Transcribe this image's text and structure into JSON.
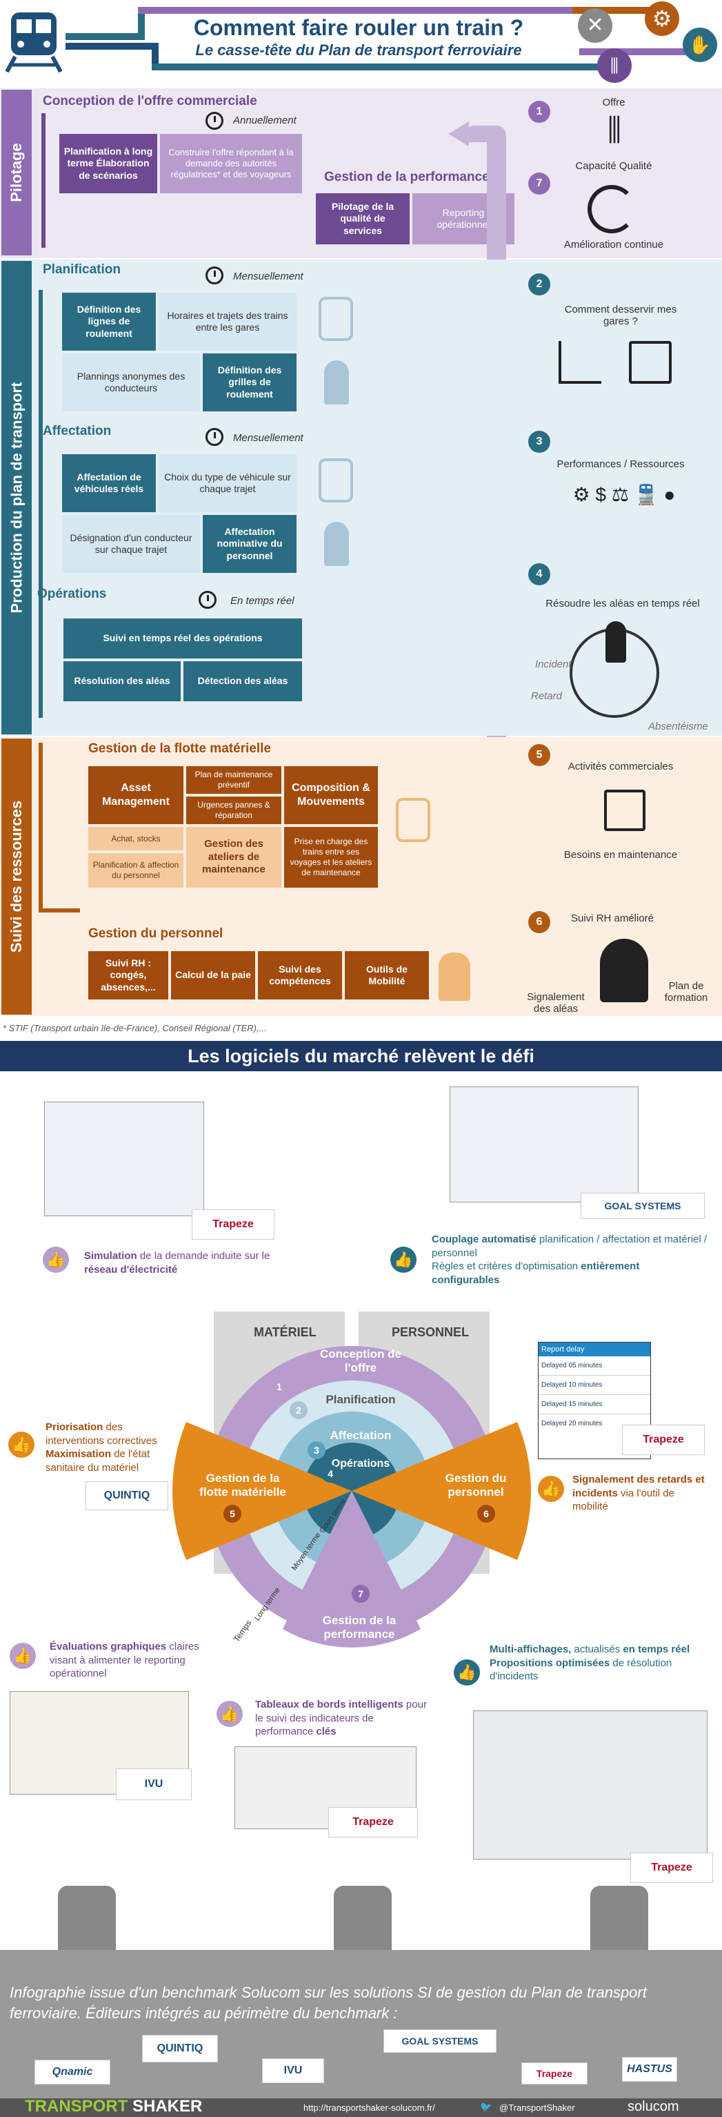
{
  "header": {
    "title": "Comment faire rouler un train ?",
    "subtitle": "Le casse-tête du Plan de transport ferroviaire"
  },
  "pilotage": {
    "label": "Pilotage",
    "offer_title": "Conception de l'offre commerciale",
    "offer_freq": "Annuellement",
    "box1": "Planification à long terme Élaboration de scénarios",
    "box2": "Construire l'offre répondant à la demande des autorités régulatrices* et des voyageurs",
    "perf_title": "Gestion de la performance",
    "perf_box1": "Pilotage de la qualité de services",
    "perf_box2": "Reporting opérationnel"
  },
  "production": {
    "label": "Production du plan de transport",
    "planif_title": "Planification",
    "planif_freq": "Mensuellement",
    "planif_b1": "Définition des lignes de roulement",
    "planif_b2": "Horaires et trajets des trains entre les gares",
    "planif_b3": "Plannings anonymes des conducteurs",
    "planif_b4": "Définition des grilles de roulement",
    "affect_title": "Affectation",
    "affect_freq": "Mensuellement",
    "affect_b1": "Affectation de véhicules réels",
    "affect_b2": "Choix du type de véhicule sur chaque trajet",
    "affect_b3": "Désignation d'un conducteur sur chaque trajet",
    "affect_b4": "Affectation nominative du personnel",
    "ops_title": "Opérations",
    "ops_freq": "En temps réel",
    "ops_b1": "Suivi en temps réel des opérations",
    "ops_b2": "Résolution des aléas",
    "ops_b3": "Détection des aléas"
  },
  "ressources": {
    "label": "Suivi des ressources",
    "flotte_title": "Gestion de la flotte matérielle",
    "f_asset": "Asset Management",
    "f_plan": "Plan de maintenance préventif",
    "f_urg": "Urgences pannes & réparation",
    "f_comp": "Composition & Mouvements",
    "f_achat": "Achat, stocks",
    "f_planif": "Planification & affection du personnel",
    "f_ateliers": "Gestion des ateliers de maintenance",
    "f_prise": "Prise en charge des trains entre ses voyages et les ateliers de maintenance",
    "perso_title": "Gestion du personnel",
    "p1": "Suivi RH : congés, absences,...",
    "p2": "Calcul de la paie",
    "p3": "Suivi des compétences",
    "p4": "Outils de Mobilité"
  },
  "footnote": "* STIF (Transport urbain Ile-de-France), Conseil Régional (TER),...",
  "right": {
    "n1": "1",
    "offre": "Offre",
    "capqual": "Capacité  Qualité",
    "n7": "7",
    "amelio": "Amélioration  continue",
    "n2": "2",
    "desservir": "Comment desservir mes gares ?",
    "n3": "3",
    "perfres": "Performances / Ressources",
    "n4": "4",
    "aleas": "Résoudre les aléas en temps réel",
    "incident": "Incident",
    "retard": "Retard",
    "absent": "Absentéisme",
    "n5": "5",
    "activites": "Activités  commerciales",
    "besoins": "Besoins  en maintenance",
    "n6": "6",
    "suivirh": "Suivi RH amélioré",
    "signal": "Signalement des aléas",
    "plan_form": "Plan de formation"
  },
  "section2": {
    "banner": "Les logiciels du marché relèvent le défi",
    "wheel": {
      "materiel": "MATÉRIEL",
      "personnel": "PERSONNEL",
      "conception": "Conception de l'offre",
      "planif": "Planification",
      "affect": "Affectation",
      "ops": "Opérations",
      "flotte": "Gestion de la flotte matérielle",
      "perso": "Gestion du personnel",
      "perf": "Gestion de la performance",
      "temps": "Temps",
      "long": "Long terme",
      "moyen": "Moyen terme",
      "court": "Court terme",
      "n1": "1",
      "n2": "2",
      "n3": "3",
      "n4": "4",
      "n5": "5",
      "n6": "6",
      "n7": "7"
    },
    "note_sim_b1": "Simulation",
    "note_sim_t1": " de la demande induite sur le ",
    "note_sim_b2": "réseau d'électricité",
    "note_coup_b1": "Couplage automatisé",
    "note_coup_t1": " planification / affectation et matériel / personnel",
    "note_coup_t2": "Règles et critères d'optimisation ",
    "note_coup_b2": "entièrement configurables",
    "note_prio_b1": "Priorisation",
    "note_prio_t1": " des interventions correctives ",
    "note_prio_b2": "Maximisation",
    "note_prio_t2": " de l'état sanitaire du matériel",
    "note_sig_b1": "Signalement des retards et incidents",
    "note_sig_t1": " via l'outil de mobilité",
    "note_eval_b1": "Évaluations graphiques",
    "note_eval_t1": " claires visant à alimenter le reporting opérationnel",
    "note_tab_b1": "Tableaux de bords intelligents",
    "note_tab_t1": " pour le suivi des indicateurs de performance ",
    "note_tab_b2": "clés",
    "note_multi_b1": "Multi-affichages,",
    "note_multi_t1": " actualisés ",
    "note_multi_b2": "en temps réel",
    "note_multi_b3": "Propositions optimisées",
    "note_multi_t2": " de résolution d'incidents",
    "logo_trapeze": "Trapeze",
    "logo_goal": "GOAL SYSTEMS",
    "logo_quintiq": "QUINTIQ",
    "logo_ivu": "IVU",
    "phone_header": "Report delay",
    "phone_rows": [
      "Delayed 05 minutes",
      "Delayed 10 minutes",
      "Delayed 15 minutes",
      "Delayed 20 minutes"
    ]
  },
  "footer": {
    "text": "Infographie issue d'un benchmark Solucom sur les solutions SI de gestion du Plan de transport ferroviaire. Éditeurs intégrés au périmètre du benchmark :",
    "logos": [
      "Qnamic",
      "QUINTIQ",
      "IVU",
      "GOAL SYSTEMS",
      "Trapeze",
      "HASTUS"
    ],
    "brand_a": "TRANSPORT",
    "brand_b": " SHAKER",
    "url": "http://transportshaker-solucom.fr/",
    "twitter": "@TransportShaker",
    "solucom": "solucom"
  },
  "colors": {
    "pilotage": "#8e6bb3",
    "production": "#2a6d83",
    "ressources": "#b35a12",
    "navy": "#1f3864"
  }
}
